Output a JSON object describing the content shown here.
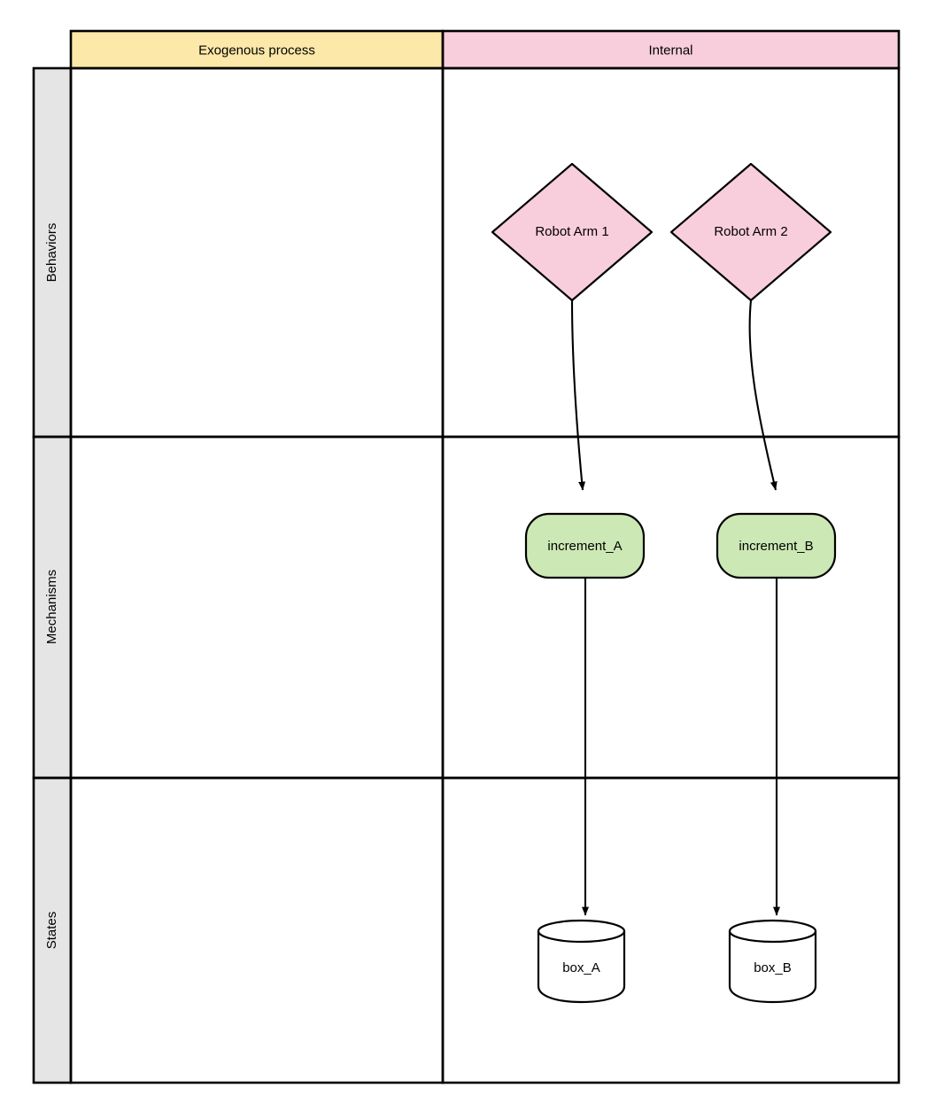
{
  "diagram": {
    "title": "Exogenous process / Internal layered system diagram",
    "columns": [
      {
        "id": "exogenous",
        "label": "Exogenous process",
        "color": "#fce8a8"
      },
      {
        "id": "internal",
        "label": "Internal",
        "color": "#f9cedc"
      }
    ],
    "rows": [
      {
        "id": "behaviors",
        "label": "Behaviors",
        "color": "#e5e5e5"
      },
      {
        "id": "mechanisms",
        "label": "Mechanisms",
        "color": "#e5e5e5"
      },
      {
        "id": "states",
        "label": "States",
        "color": "#e5e5e5"
      }
    ],
    "colors": {
      "behavior_fill": "#f9cedc",
      "behavior_stroke": "#000000",
      "mechanism_fill": "#cce8b5",
      "mechanism_stroke": "#000000",
      "state_fill": "#ffffff",
      "state_stroke": "#000000",
      "lane_header_fill": "#e5e5e5",
      "edge_color": "#000000",
      "grid_color": "#000000",
      "background": "#ffffff"
    },
    "nodes": [
      {
        "id": "robot_arm_1",
        "label": "Robot Arm 1",
        "shape": "diamond",
        "row": "behaviors",
        "column": "internal"
      },
      {
        "id": "robot_arm_2",
        "label": "Robot Arm 2",
        "shape": "diamond",
        "row": "behaviors",
        "column": "internal"
      },
      {
        "id": "increment_a",
        "label": "increment_A",
        "shape": "rounded-rectangle",
        "row": "mechanisms",
        "column": "internal"
      },
      {
        "id": "increment_b",
        "label": "increment_B",
        "shape": "rounded-rectangle",
        "row": "mechanisms",
        "column": "internal"
      },
      {
        "id": "box_a",
        "label": "box_A",
        "shape": "cylinder",
        "row": "states",
        "column": "internal"
      },
      {
        "id": "box_b",
        "label": "box_B",
        "shape": "cylinder",
        "row": "states",
        "column": "internal"
      }
    ],
    "edges": [
      {
        "id": "edge-arm1-incrementa",
        "from": "robot_arm_1",
        "to": "increment_a",
        "style": "curved",
        "arrowhead": "filled-triangle"
      },
      {
        "id": "edge-arm2-incrementb",
        "from": "robot_arm_2",
        "to": "increment_b",
        "style": "curved",
        "arrowhead": "filled-triangle"
      },
      {
        "id": "edge-incrementa-boxa",
        "from": "increment_a",
        "to": "box_a",
        "style": "straight",
        "arrowhead": "filled-triangle"
      },
      {
        "id": "edge-incrementb-boxb",
        "from": "increment_b",
        "to": "box_b",
        "style": "straight",
        "arrowhead": "filled-triangle"
      }
    ]
  }
}
